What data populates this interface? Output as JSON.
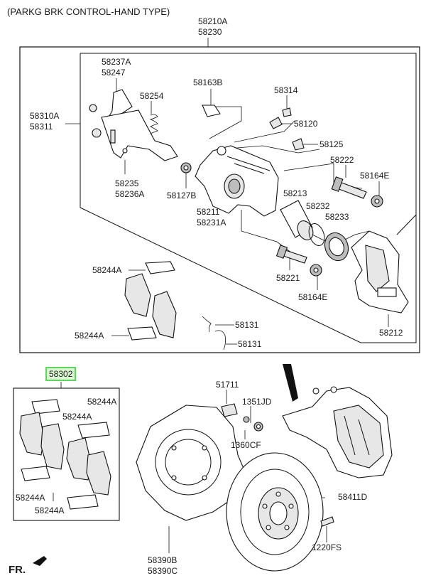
{
  "header": {
    "title": "(PARKG BRK CONTROL-HAND TYPE)"
  },
  "caliper_assembly": {
    "line1": "58210A",
    "line2": "58230"
  },
  "labels": {
    "l58237A": [
      "58237A",
      "58247"
    ],
    "l58254": [
      "58254"
    ],
    "l58163B": [
      "58163B"
    ],
    "l58314": [
      "58314"
    ],
    "l58310A": [
      "58310A",
      "58311"
    ],
    "l58120": [
      "58120"
    ],
    "l58125": [
      "58125"
    ],
    "l58222": [
      "58222"
    ],
    "l58164E_top": [
      "58164E"
    ],
    "l58235": [
      "58235",
      "58236A"
    ],
    "l58127B": [
      "58127B"
    ],
    "l58211": [
      "58211",
      "58231A"
    ],
    "l58213": [
      "58213"
    ],
    "l58232": [
      "58232"
    ],
    "l58233": [
      "58233"
    ],
    "l58244A_1": [
      "58244A"
    ],
    "l58221": [
      "58221"
    ],
    "l58164E_bot": [
      "58164E"
    ],
    "l58131_1": [
      "58131"
    ],
    "l58244A_2": [
      "58244A"
    ],
    "l58131_2": [
      "58131"
    ],
    "l58212": [
      "58212"
    ],
    "l58244A_3": [
      "58244A"
    ],
    "l58244A_4": [
      "58244A"
    ],
    "l58244A_5": [
      "58244A"
    ],
    "l58244A_6": [
      "58244A"
    ],
    "l51711": [
      "51711"
    ],
    "l1351JD": [
      "1351JD"
    ],
    "l1360CF": [
      "1360CF"
    ],
    "l58411D": [
      "58411D"
    ],
    "l1220FS": [
      "1220FS"
    ],
    "l58390B": [
      "58390B",
      "58390C"
    ]
  },
  "pad_kit": {
    "code": "58302",
    "highlight_color": "#5cd65c"
  },
  "footer": {
    "front_label": "FR."
  }
}
